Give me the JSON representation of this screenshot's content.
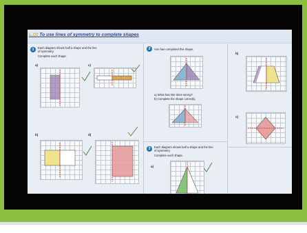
{
  "lesson": {
    "title_prefix": "L.O",
    "title": "To use lines of symmetry to complete shapes"
  },
  "q1": {
    "number": "1",
    "instruction_line1": "Each diagram shows half a shape and the line",
    "instruction_line2": "of symmetry.",
    "instruction_line3": "Complete each shape.",
    "labels": [
      "a)",
      "c)",
      "b)",
      "d)"
    ]
  },
  "q2": {
    "number": "2",
    "intro": "Ann has completed this shape.",
    "part_a": "a)  What has she done wrong?",
    "part_b": "b)  Complete the shape correctly."
  },
  "q3": {
    "number": "3",
    "instruction_line1": "Each diagram shows half a shape and the line",
    "instruction_line2": "of symmetry.",
    "instruction_line3": "Complete each shape.",
    "labels": [
      "a)",
      "b)",
      "c)"
    ]
  },
  "colors": {
    "frame": "#8cbf3f",
    "purple": "#9a7fb0",
    "orange": "#d9a84e",
    "yellow": "#efe48c",
    "pink": "#e8a0a0",
    "blue": "#8fb7d4",
    "green": "#8cc47a",
    "mirror_line": "#d04545"
  }
}
